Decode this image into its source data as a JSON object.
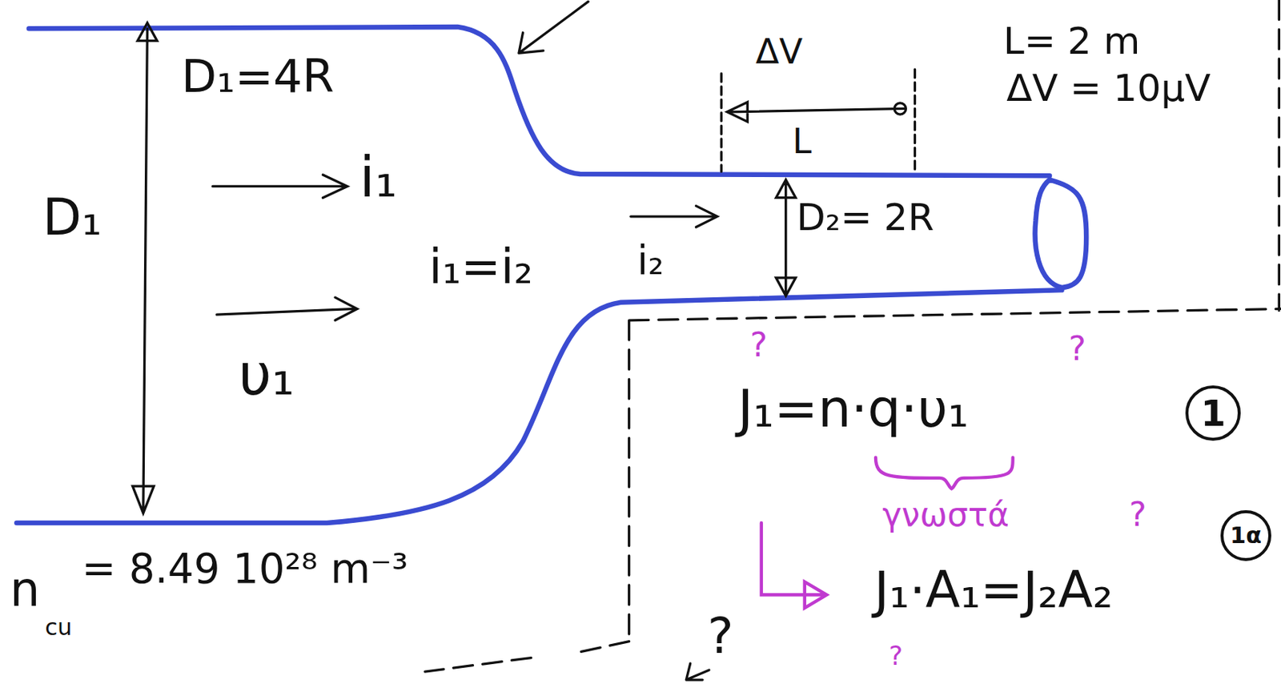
{
  "diagram": {
    "nodes": [
      {
        "text": [
          "1"
        ]
      },
      {
        "text": [
          "1α"
        ]
      }
    ],
    "labels": [
      "D₁=4R",
      "D₁",
      "i₁",
      "υ₁",
      "i₁=i₂",
      "i₂",
      "ΔV",
      "L",
      "D₂= 2R",
      "L= 2 m",
      "ΔV = 10μV",
      "n",
      "cu",
      "= 8.49 10²⁸ m⁻³",
      "?",
      "?",
      "J₁=n·q·υ₁",
      "γνωστά",
      "?",
      "J₁·A₁=J₂A₂",
      "?",
      "?"
    ]
  }
}
